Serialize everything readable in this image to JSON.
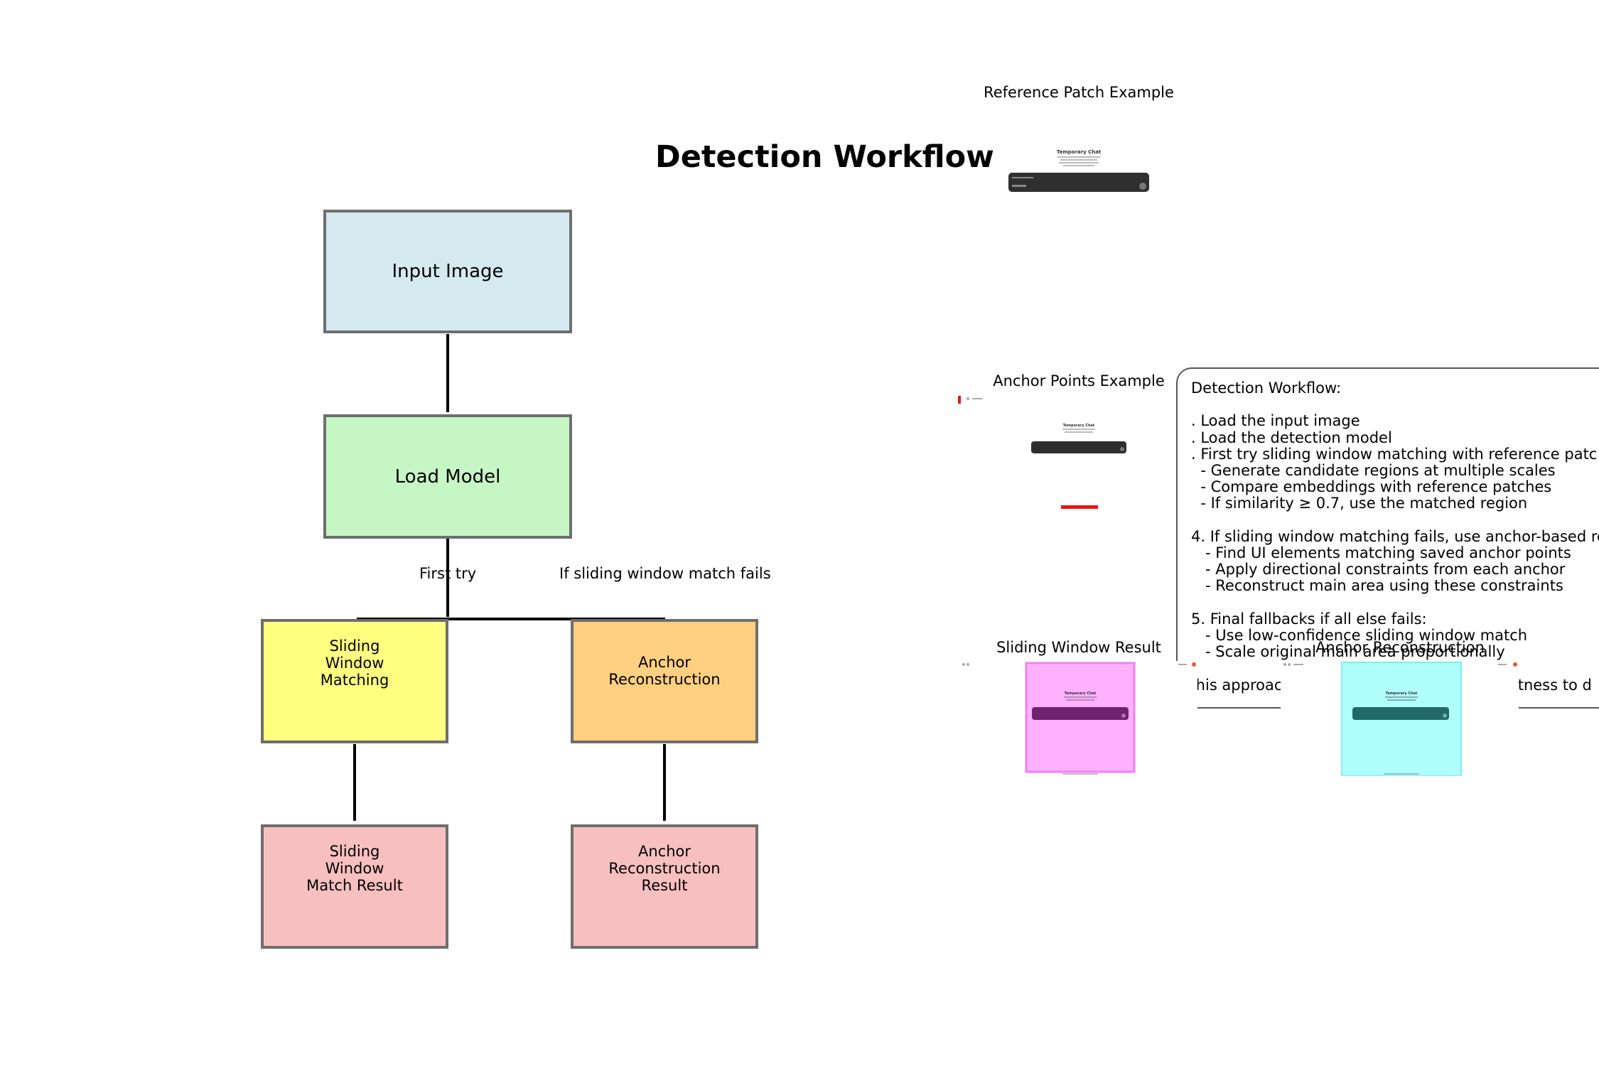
{
  "diagram": {
    "title": "Detection Workflow",
    "nodes": {
      "input": "Input Image",
      "load": "Load Model",
      "sliding": "Sliding\nWindow\nMatching",
      "anchor": "Anchor\nReconstruction",
      "sliding_result": "Sliding\nWindow\nMatch Result",
      "anchor_result": "Anchor\nReconstruction\nResult"
    },
    "edges": {
      "first_try": "First try",
      "fallback": "If sliding window match fails"
    },
    "colors": {
      "input": "#d4eaf0",
      "load": "#c6f6c4",
      "sliding": "#ffff80",
      "anchor": "#ffcf80",
      "results": "#f7bfc0"
    }
  },
  "examples": {
    "reference_patch": "Reference Patch Example",
    "anchor_points": "Anchor Points Example",
    "sliding_result": "Sliding Window Result",
    "anchor_reconstruction": "Anchor Reconstruction",
    "thumb_heading": "Temporary Chat"
  },
  "notes": {
    "text": "Detection Workflow:\n\n. Load the input image\n. Load the detection model\n. First try sliding window matching with reference patc\n  - Generate candidate regions at multiple scales\n  - Compare embeddings with reference patches\n  - If similarity ≥ 0.7, use the matched region\n\n4. If sliding window matching fails, use anchor-based re\n   - Find UI elements matching saved anchor points\n   - Apply directional constraints from each anchor\n   - Reconstruct main area using these constraints\n\n5. Final fallbacks if all else fails:\n   - Use low-confidence sliding window match\n   - Scale original main area proportionally\n\n his approac                                              ustness to d"
  }
}
